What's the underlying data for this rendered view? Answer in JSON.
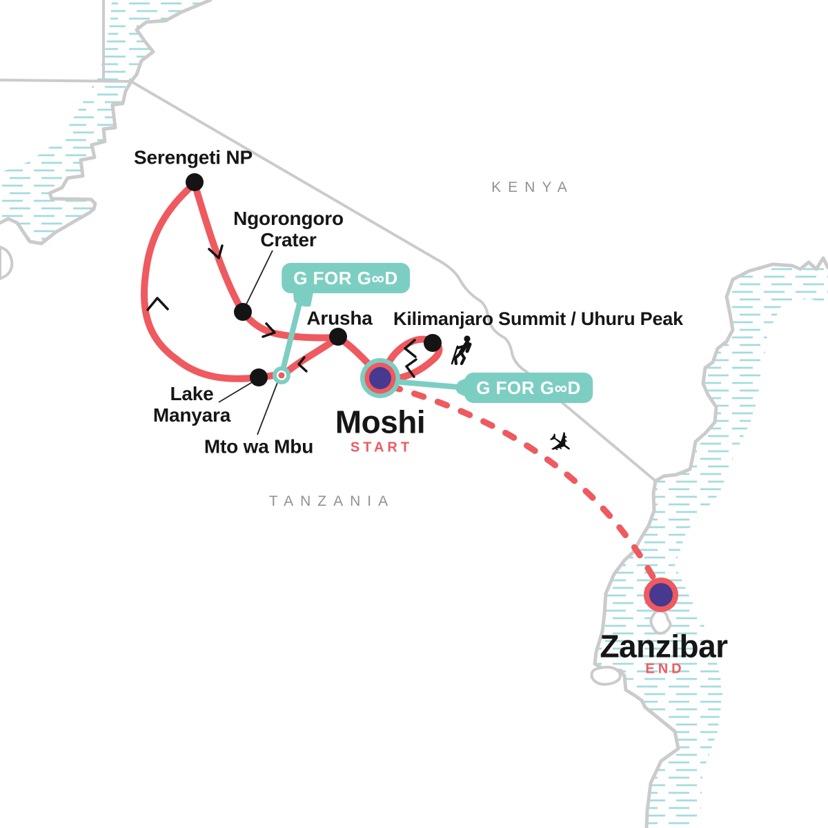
{
  "map": {
    "countries": {
      "kenya": "KENYA",
      "tanzania": "TANZANIA"
    },
    "locations": {
      "serengeti": {
        "label": "Serengeti NP"
      },
      "ngorongoro": {
        "label_line1": "Ngorongoro",
        "label_line2": "Crater"
      },
      "arusha": {
        "label": "Arusha"
      },
      "kilimanjaro": {
        "label": "Kilimanjaro Summit / Uhuru Peak"
      },
      "moshi": {
        "label": "Moshi",
        "role": "START"
      },
      "mto_wa_mbu": {
        "label": "Mto wa Mbu"
      },
      "lake_manyara": {
        "label_line1": "Lake",
        "label_line2": "Manyara"
      },
      "zanzibar": {
        "label": "Zanzibar",
        "role": "END"
      }
    },
    "badges": {
      "g_for_good_1": "G FOR G∞D",
      "g_for_good_2": "G FOR G∞D"
    },
    "icons": {
      "airplane": "✈",
      "hiker": "hiker",
      "direction_chevron": "route-direction-chevron"
    },
    "colors": {
      "route": "#ee5a5f",
      "teal": "#7dcec2",
      "purple": "#46398f",
      "coast": "#cbcbcb",
      "hatch": "#a4dbdf",
      "country": "#8e9196",
      "badge_text": "#ffffff"
    }
  }
}
